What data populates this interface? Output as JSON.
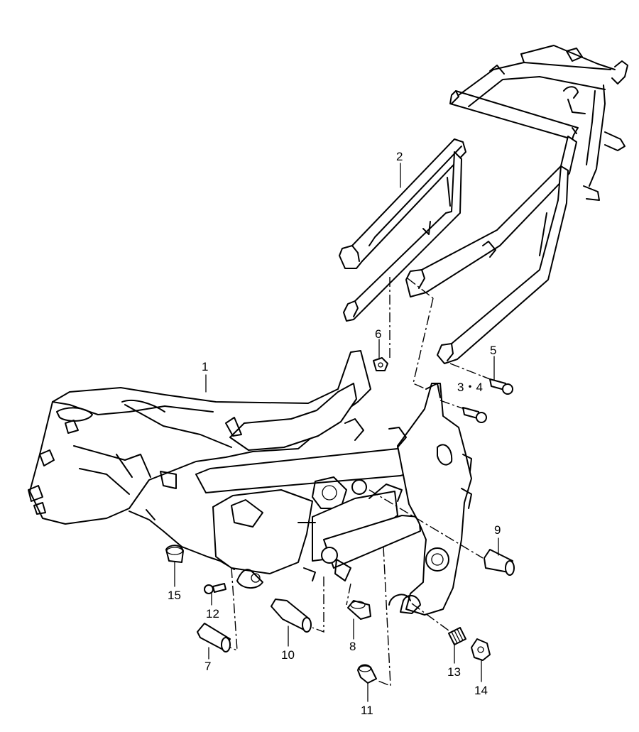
{
  "callouts": [
    {
      "id": "1",
      "text": "1"
    },
    {
      "id": "2",
      "text": "2"
    },
    {
      "id": "3_4",
      "text": "3・4"
    },
    {
      "id": "5",
      "text": "5"
    },
    {
      "id": "6",
      "text": "6"
    },
    {
      "id": "7",
      "text": "7"
    },
    {
      "id": "8",
      "text": "8"
    },
    {
      "id": "9",
      "text": "9"
    },
    {
      "id": "10",
      "text": "10"
    },
    {
      "id": "11",
      "text": "11"
    },
    {
      "id": "12",
      "text": "12"
    },
    {
      "id": "13",
      "text": "13"
    },
    {
      "id": "14",
      "text": "14"
    },
    {
      "id": "15",
      "text": "15"
    }
  ]
}
